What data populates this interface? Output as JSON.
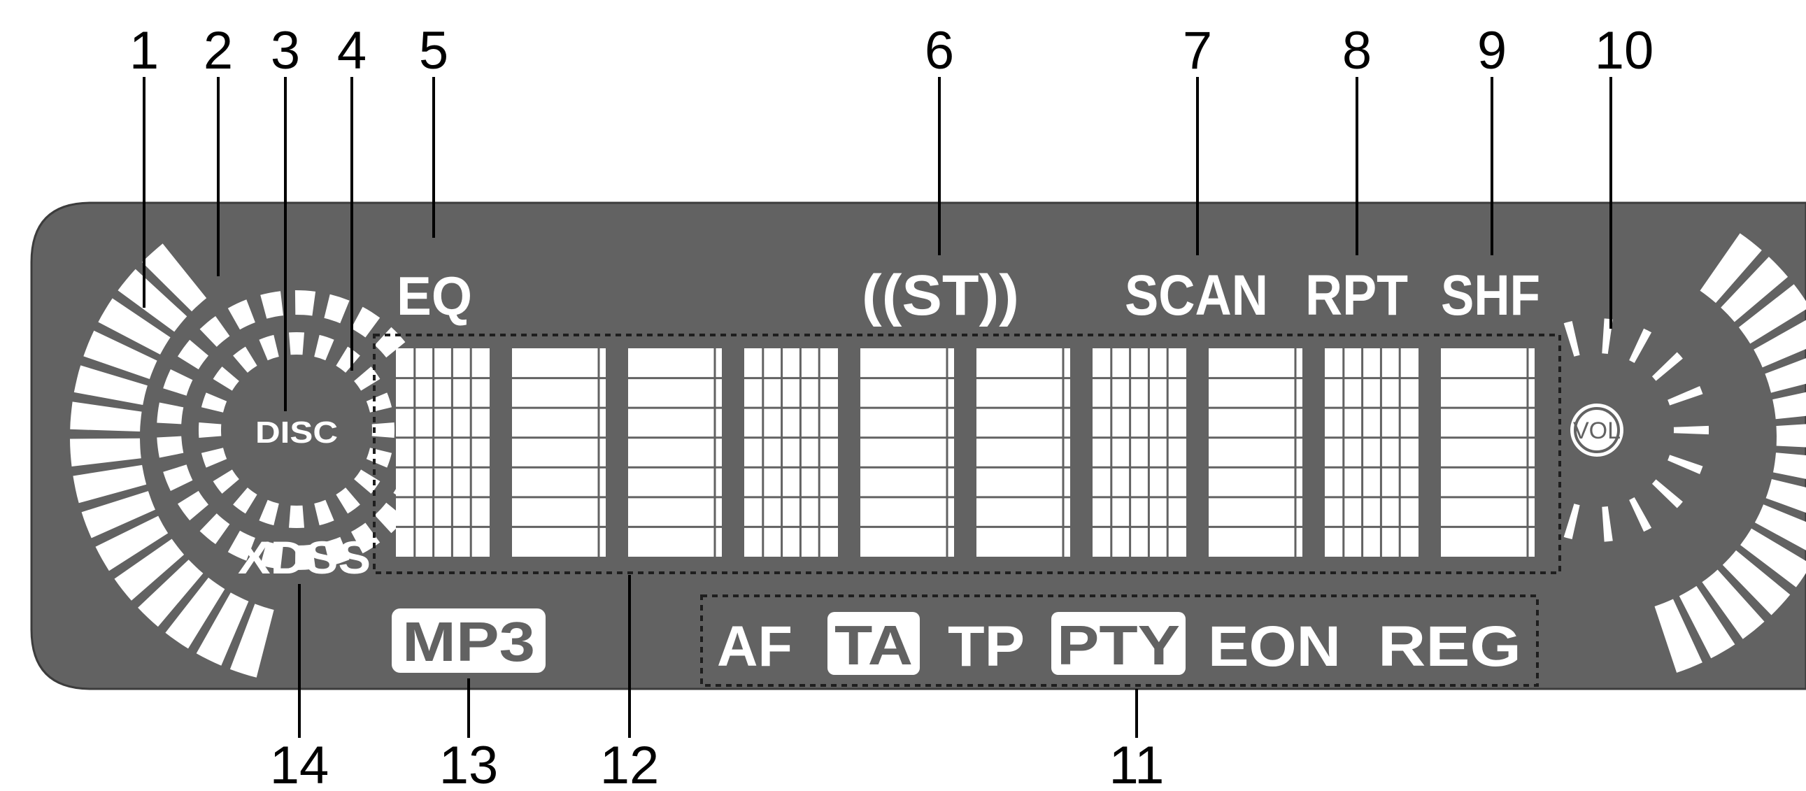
{
  "colors": {
    "panel": "#626262",
    "panel_border": "#3c3c3c",
    "segment": "#ffffff",
    "dotted_frame": "#1e1e1e",
    "ink": "#000000"
  },
  "callouts": {
    "n1": "1",
    "n2": "2",
    "n3": "3",
    "n4": "4",
    "n5": "5",
    "n6": "6",
    "n7": "7",
    "n8": "8",
    "n9": "9",
    "n10": "10",
    "n11": "11",
    "n12": "12",
    "n13": "13",
    "n14": "14"
  },
  "indicators": {
    "eq": "EQ",
    "stereo": "((ST))",
    "scan": "SCAN",
    "rpt": "RPT",
    "shf": "SHF",
    "disc": "DISC",
    "xdss": "XDSS",
    "mp3": "MP3",
    "vol": "VOL"
  },
  "rds": {
    "af": "AF",
    "ta": "TA",
    "tp": "TP",
    "pty": "PTY",
    "eon": "EON",
    "reg": "REG"
  },
  "char_display": {
    "cells": 10
  }
}
